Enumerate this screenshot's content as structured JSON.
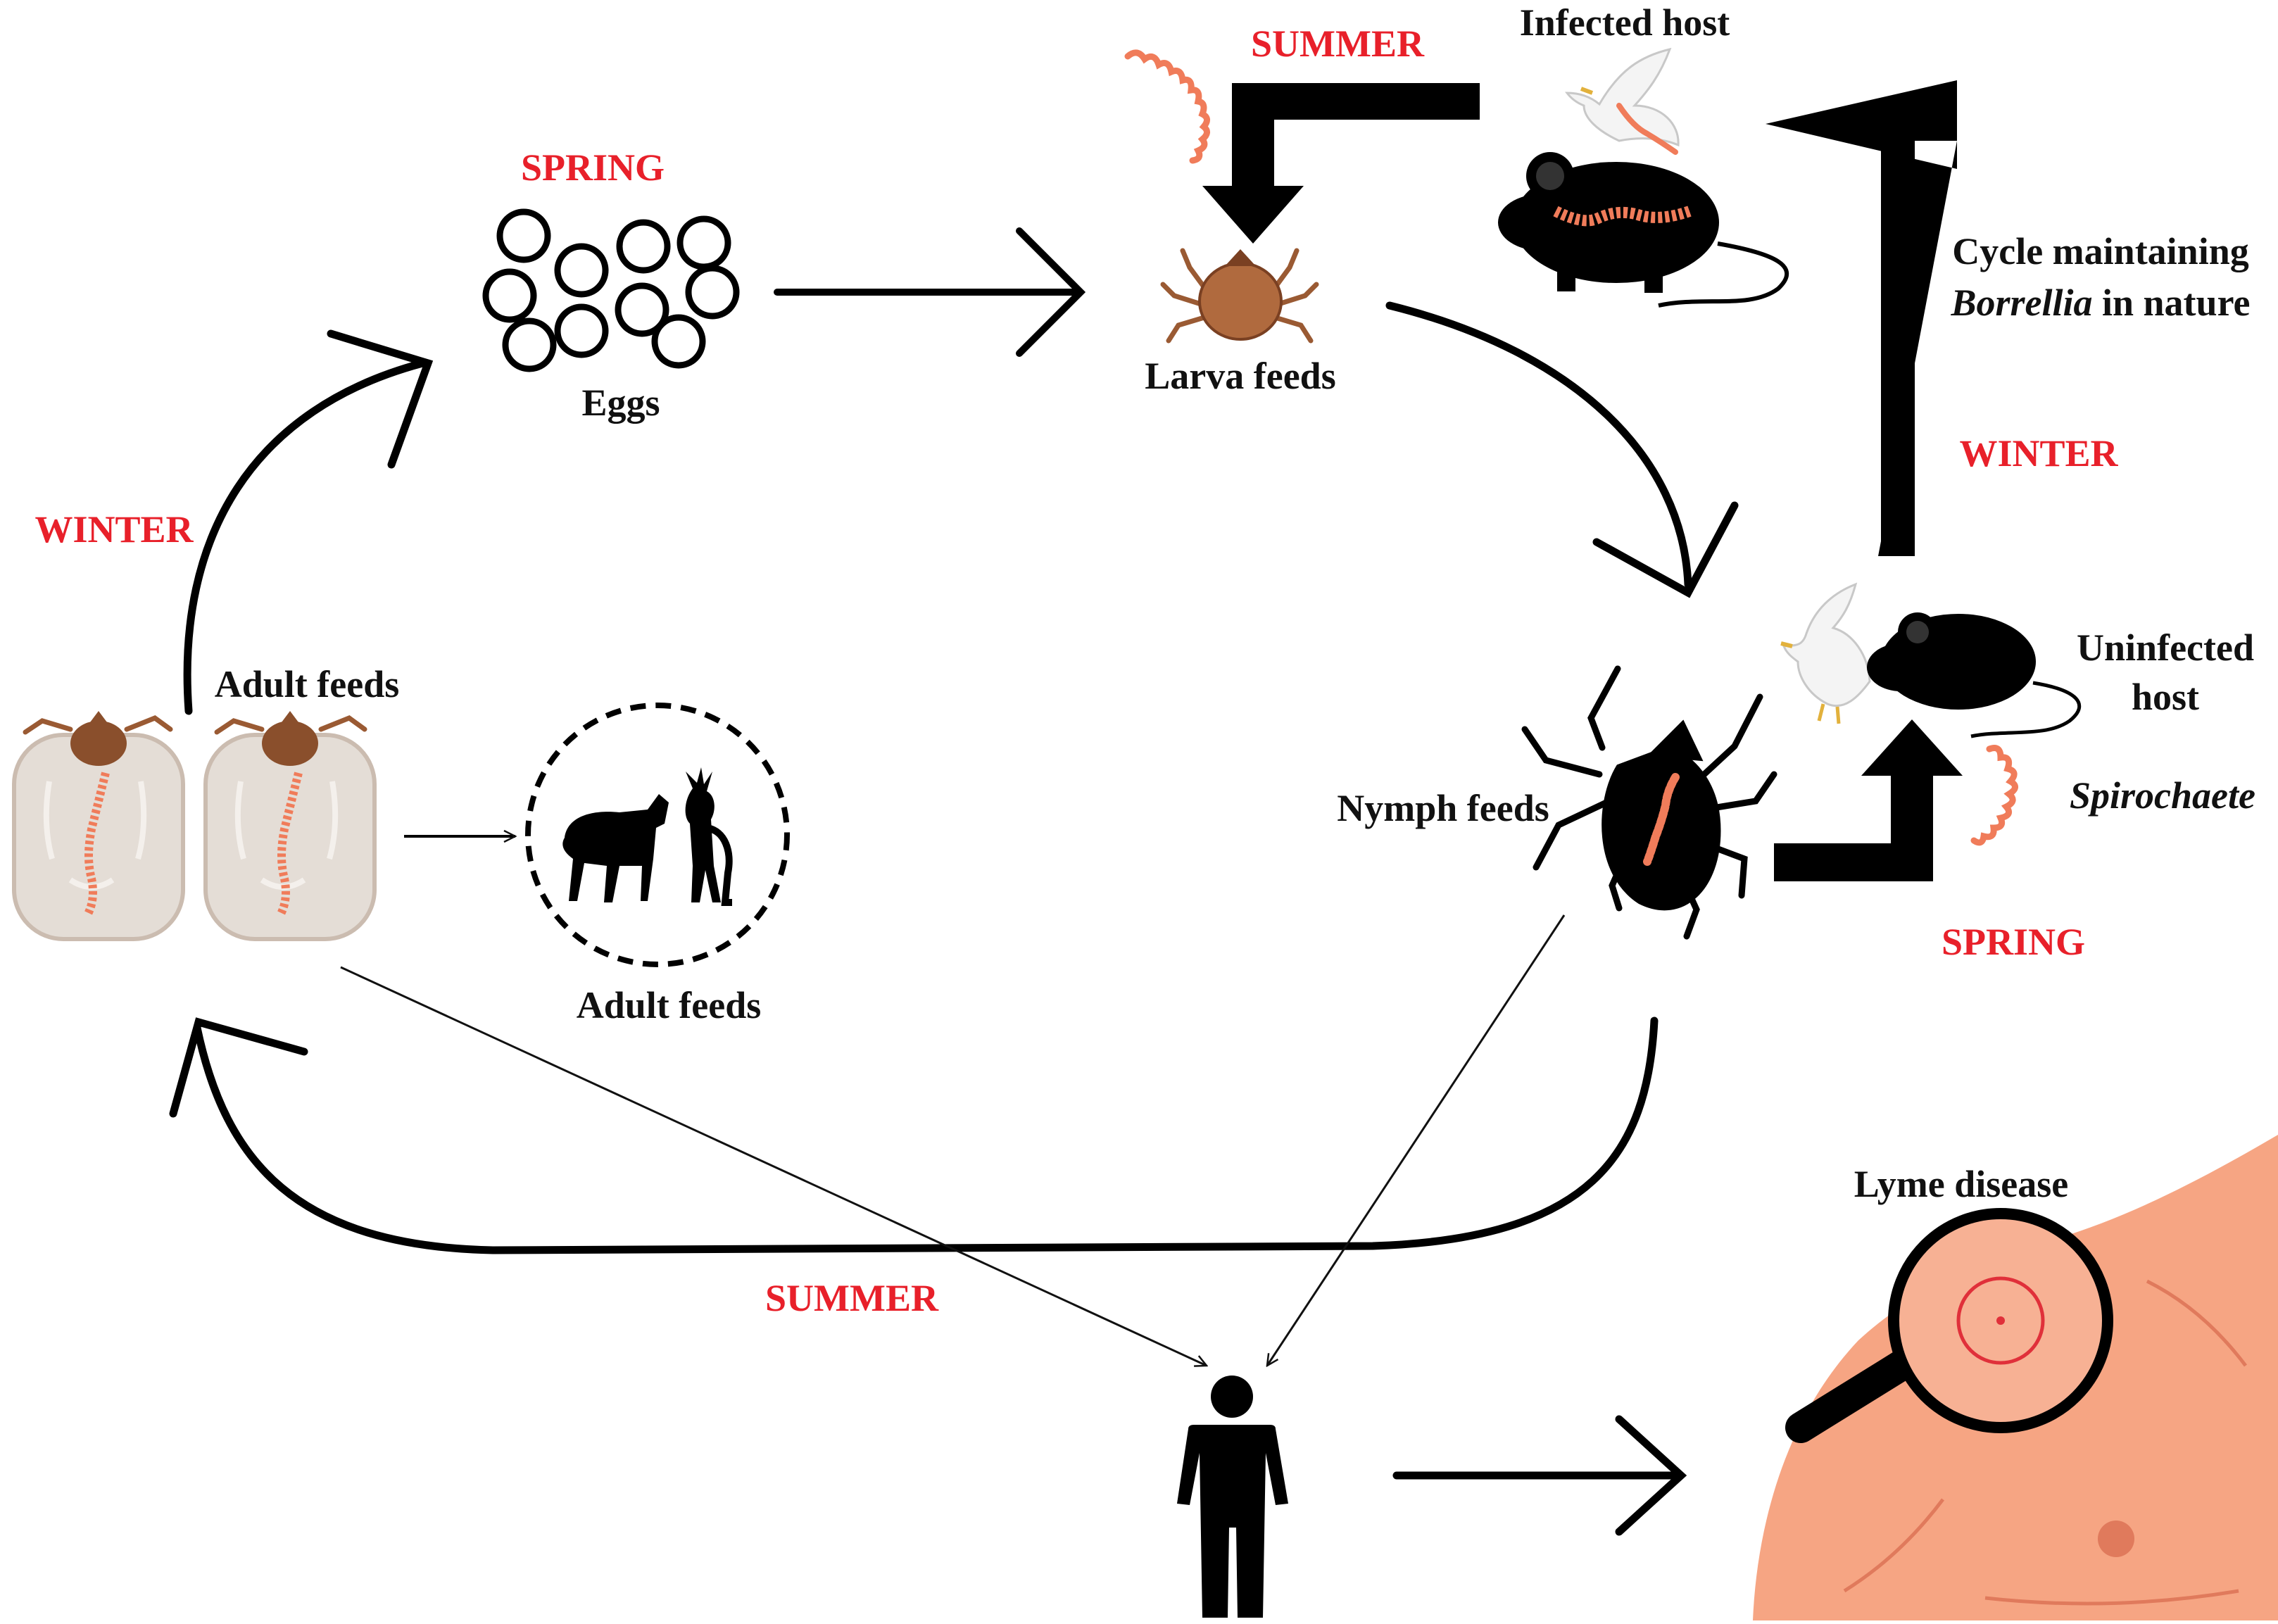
{
  "colors": {
    "season": "#e8202a",
    "ink": "#111111",
    "tick_brown": "#9a5a33",
    "spirochaete": "#f07c5a",
    "skin": "#f6a583",
    "engorged": "#e4ddd6"
  },
  "seasons": {
    "spring_eggs": "SPRING",
    "summer_larva": "SUMMER",
    "winter_left": "WINTER",
    "winter_right": "WINTER",
    "spring_right": "SPRING",
    "summer_bottom": "SUMMER"
  },
  "labels": {
    "eggs": "Eggs",
    "larva_feeds": "Larva feeds",
    "infected_host": "Infected host",
    "cycle_line1": "Cycle maintaining",
    "cycle_italic": "Borrellia",
    "cycle_rest": " in nature",
    "uninfected_line1": "Uninfected",
    "uninfected_line2": "host",
    "spirochaete": "Spirochaete",
    "nymph_feeds": "Nymph feeds",
    "adult_feeds_top": "Adult feeds",
    "adult_feeds_circle": "Adult feeds",
    "lyme_disease": "Lyme disease"
  },
  "icons": {
    "eggs": "egg-cluster-icon",
    "larva": "larva-tick-icon",
    "nymph": "nymph-tick-icon",
    "adult_ticks": "engorged-adult-tick-icon",
    "host_animals": "horse-deer-icon",
    "bird": "dove-icon",
    "mouse": "mouse-icon",
    "person": "person-icon",
    "magnifier": "magnifying-glass-icon",
    "spirochaete": "spirochaete-icon",
    "skin": "shoulder-skin-icon"
  }
}
